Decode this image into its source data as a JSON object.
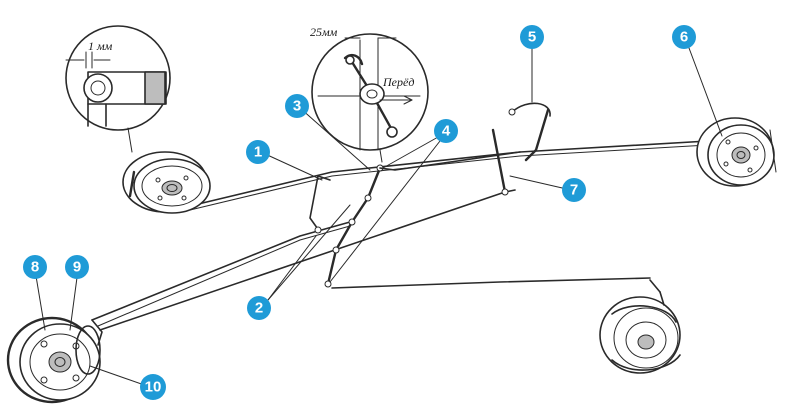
{
  "callouts": [
    {
      "id": "1",
      "label": "1"
    },
    {
      "id": "2",
      "label": "2"
    },
    {
      "id": "3",
      "label": "3"
    },
    {
      "id": "4",
      "label": "4"
    },
    {
      "id": "5",
      "label": "5"
    },
    {
      "id": "6",
      "label": "6"
    },
    {
      "id": "7",
      "label": "7"
    },
    {
      "id": "8",
      "label": "8"
    },
    {
      "id": "9",
      "label": "9"
    },
    {
      "id": "10",
      "label": "10"
    }
  ],
  "insets": {
    "gap": {
      "dimension": "1 мм"
    },
    "lever": {
      "dimension": "25мм",
      "direction": "Перёд"
    }
  },
  "colors": {
    "callout": "#1f9bd7",
    "line": "#2a2a2a"
  }
}
